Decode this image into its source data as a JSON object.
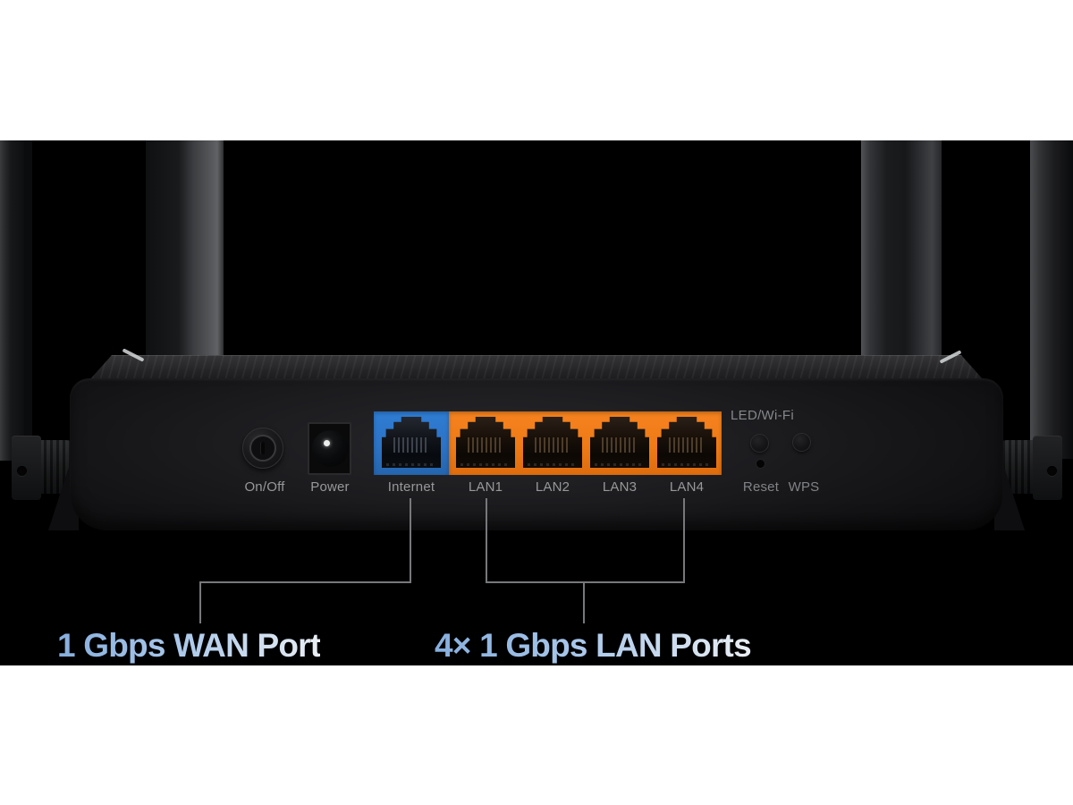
{
  "headings": {
    "wan": "1 Gbps WAN Port",
    "lan": "4× 1 Gbps LAN Ports"
  },
  "panel": {
    "on_off_label": "On/Off",
    "power_label": "Power",
    "internet_label": "Internet",
    "lan_labels": [
      "LAN1",
      "LAN2",
      "LAN3",
      "LAN4"
    ],
    "led_wifi_label": "LED/Wi-Fi",
    "reset_label": "Reset",
    "wps_label": "WPS"
  },
  "colors": {
    "wan_port_blue": "#2f7dd3",
    "lan_port_orange": "#f5831f",
    "panel_label_gray": "#97989a",
    "callout_line_gray": "#77787b",
    "heading_blue": "#86aedd",
    "heading_white": "#e9eef3",
    "background_black": "#000000",
    "band_white": "#ffffff"
  }
}
